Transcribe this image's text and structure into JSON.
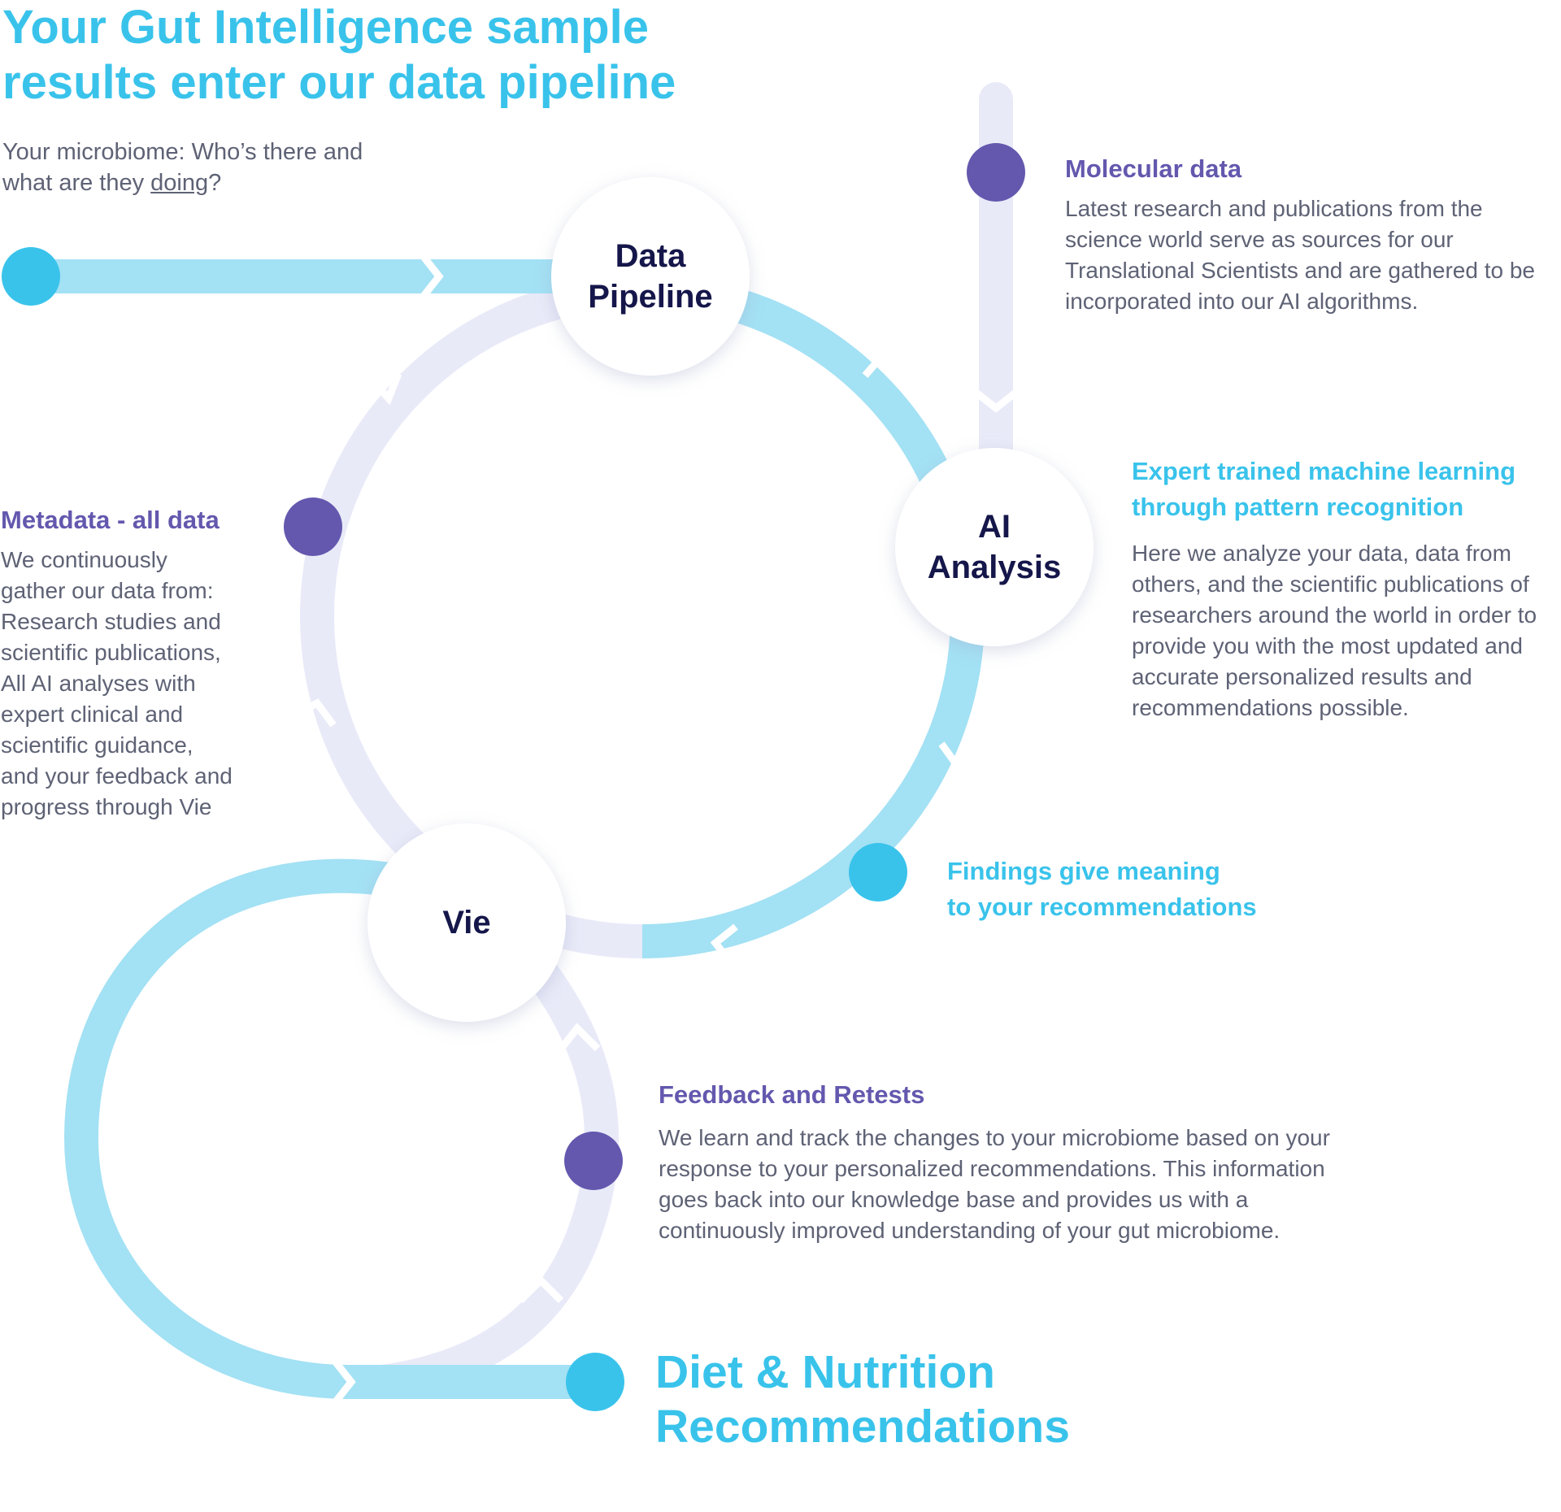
{
  "colors": {
    "cyan": "#39C3EB",
    "light_cyan": "#A3E1F4",
    "pale_lavender": "#E8EAF8",
    "purple": "#6358AE",
    "navy": "#15164A",
    "gray_text": "#5E6275"
  },
  "header": {
    "title_line1": "Your Gut Intelligence sample",
    "title_line2": "results enter our data pipeline",
    "intro_line1": "Your microbiome: Who’s there and",
    "intro_line2_prefix": "what are they ",
    "intro_line2_link": "doing",
    "intro_line2_suffix": "?"
  },
  "nodes": {
    "data_pipeline": "Data\nPipeline",
    "ai_analysis": "AI\nAnalysis",
    "vie": "Vie"
  },
  "molecular": {
    "heading": "Molecular data",
    "lines": [
      "Latest research and publications from the",
      "science world serve as sources for our",
      "Translational Scientists and are gathered to be",
      "incorporated into our AI algorithms."
    ]
  },
  "expert": {
    "heading_lines": [
      "Expert trained machine learning",
      "through pattern recognition"
    ],
    "lines": [
      "Here we analyze your data, data from",
      "others, and the scientific publications of",
      "researchers around the world in order to",
      "provide you with the most updated and",
      "accurate personalized results and",
      "recommendations possible."
    ]
  },
  "metadata": {
    "heading": "Metadata - all data",
    "lines": [
      "We continuously",
      "gather our data from:",
      "Research studies and",
      "scientific publications,",
      "All AI analyses with",
      "expert clinical and",
      "scientific guidance,",
      "and your feedback and",
      "progress through Vie"
    ]
  },
  "findings": {
    "heading_lines": [
      "Findings give meaning",
      "to your recommendations"
    ]
  },
  "feedback": {
    "heading": "Feedback and Retests",
    "lines": [
      "We learn and track the changes to your microbiome based on your",
      "response to your personalized recommendations. This information",
      "goes back into our knowledge base and provides us with a",
      "continuously improved understanding of your gut microbiome."
    ]
  },
  "outcome": {
    "line1": "Diet & Nutrition",
    "line2": "Recommendations"
  }
}
